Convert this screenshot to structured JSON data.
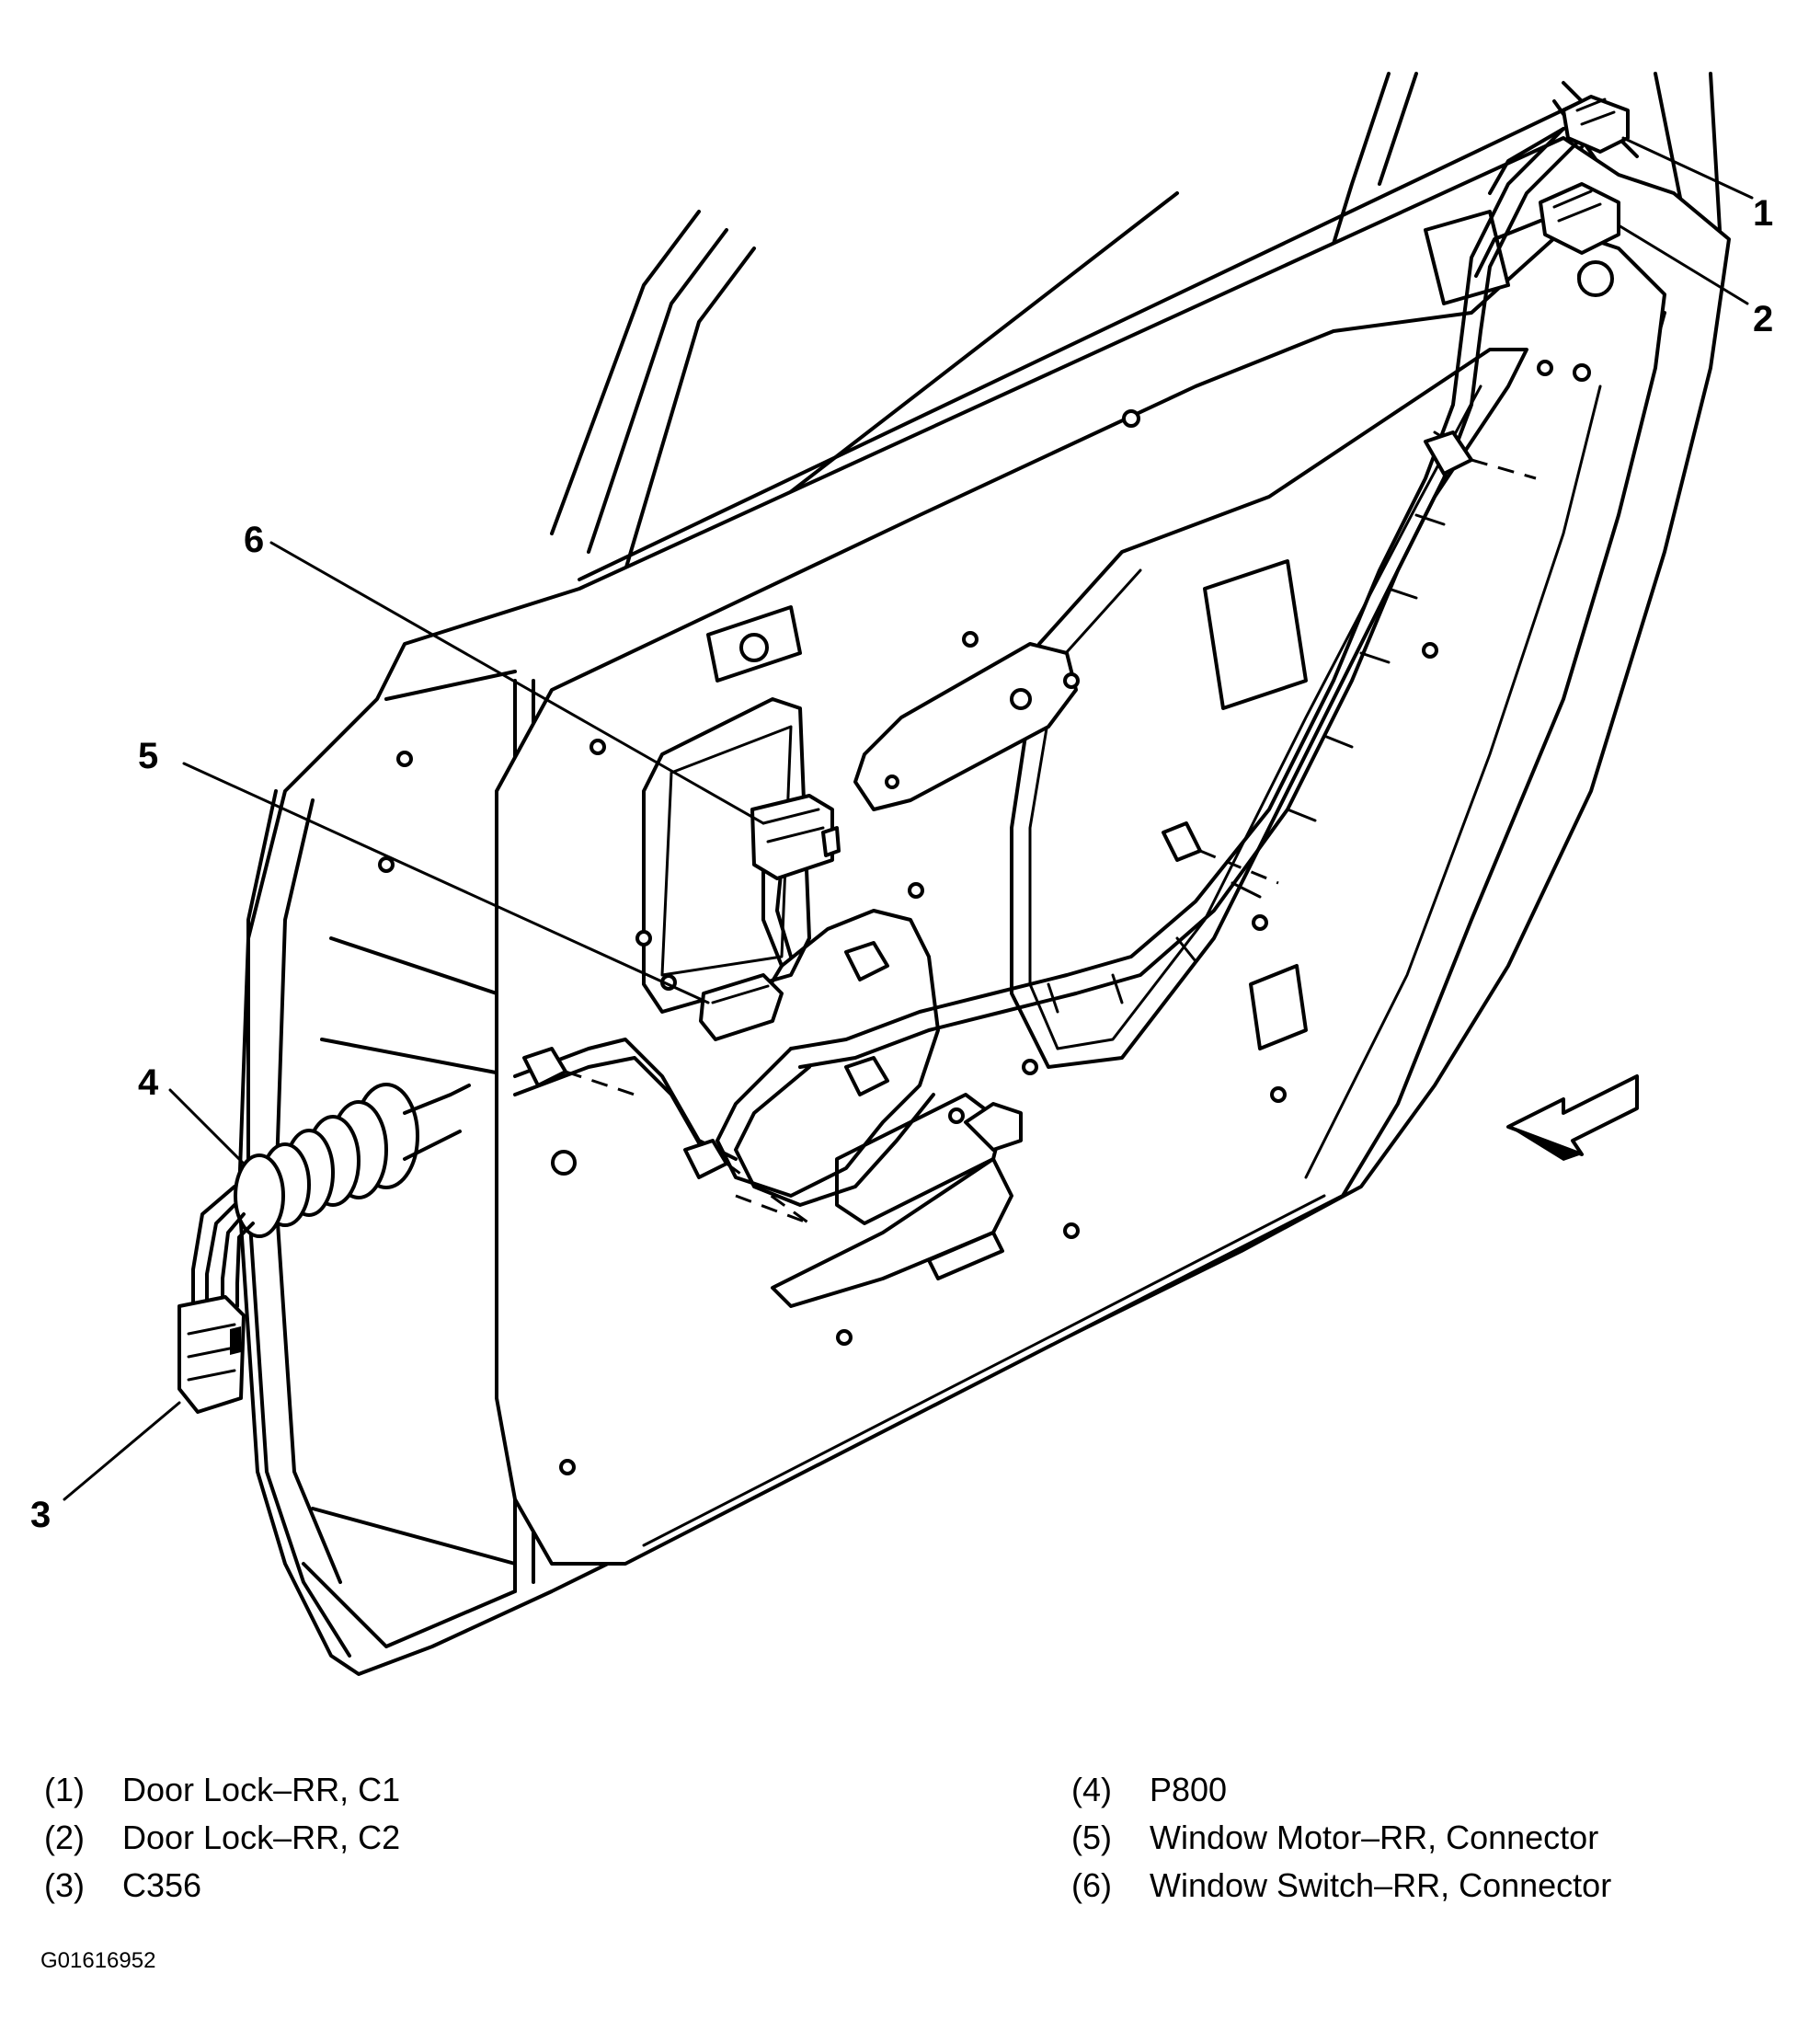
{
  "callouts": {
    "c1": "1",
    "c2": "2",
    "c3": "3",
    "c4": "4",
    "c5": "5",
    "c6": "6"
  },
  "legend": [
    {
      "num": "(1)",
      "label": "Door Lock–RR, C1"
    },
    {
      "num": "(2)",
      "label": "Door Lock–RR, C2"
    },
    {
      "num": "(3)",
      "label": "C356"
    },
    {
      "num": "(4)",
      "label": "P800"
    },
    {
      "num": "(5)",
      "label": "Window Motor–RR, Connector"
    },
    {
      "num": "(6)",
      "label": "Window Switch–RR, Connector"
    }
  ],
  "figure_id": "G01616952",
  "icons": [
    "direction-arrow-icon",
    "harness-connector-icon",
    "grommet-icon"
  ]
}
